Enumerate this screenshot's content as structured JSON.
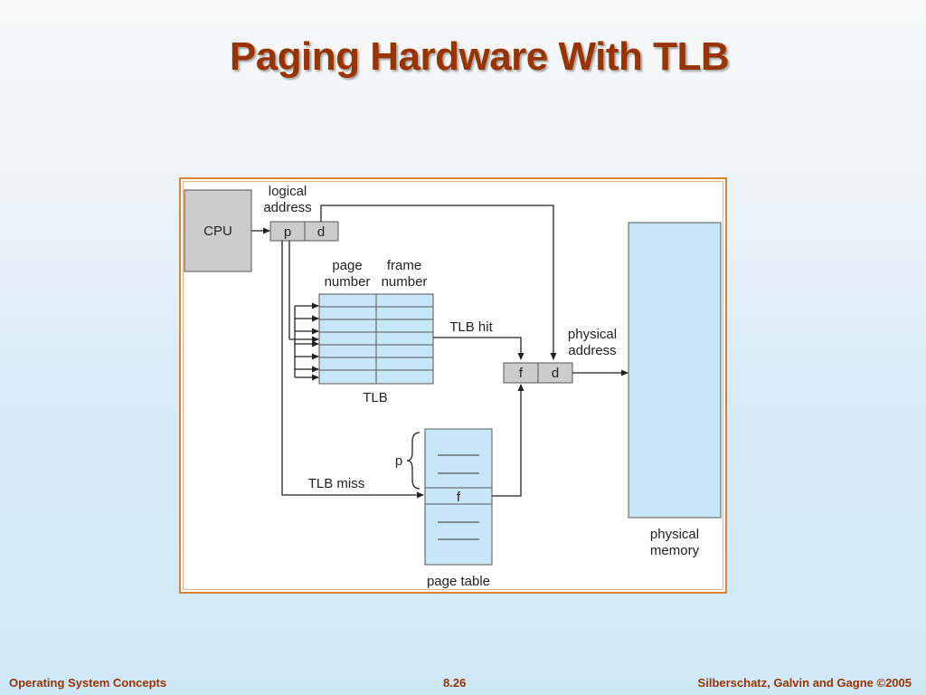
{
  "slide": {
    "title": "Paging Hardware With TLB",
    "footer_left": "Operating System Concepts",
    "footer_center": "8.26",
    "footer_right": "Silberschatz, Galvin and Gagne ©2005"
  },
  "diagram": {
    "cpu_label": "CPU",
    "logical_address_line1": "logical",
    "logical_address_line2": "address",
    "logical_p": "p",
    "logical_d": "d",
    "page_number_line1": "page",
    "page_number_line2": "number",
    "frame_number_line1": "frame",
    "frame_number_line2": "number",
    "tlb_label": "TLB",
    "tlb_hit_label": "TLB hit",
    "tlb_miss_label": "TLB miss",
    "physical_address_line1": "physical",
    "physical_address_line2": "address",
    "physical_f": "f",
    "physical_d": "d",
    "page_table_p": "p",
    "page_table_f": "f",
    "page_table_label": "page table",
    "physical_memory_line1": "physical",
    "physical_memory_line2": "memory"
  },
  "colors": {
    "title": "#993300",
    "light_blue": "#c7e6f7",
    "gray_box": "#cccccc",
    "frame_border": "#d9823a"
  }
}
